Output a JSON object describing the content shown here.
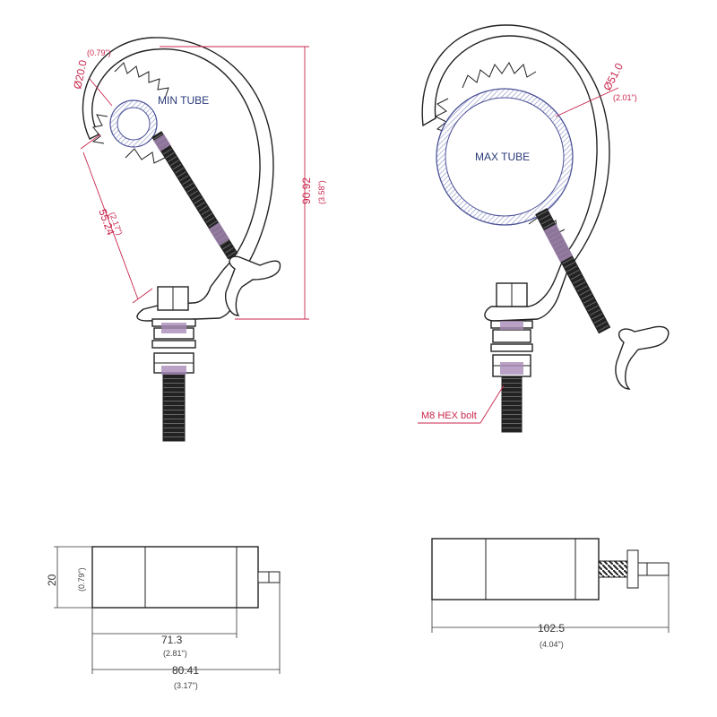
{
  "drawing": {
    "min_tube_view": {
      "diameter_label": "Ø20.0",
      "diameter_inch": "(0.79\")",
      "tube_label": "MIN TUBE",
      "slant_length": "55.24",
      "slant_length_inch": "(2.17\")",
      "height": "90.92",
      "height_inch": "(3.58\")"
    },
    "max_tube_view": {
      "diameter_label": "Ø51.0",
      "diameter_inch": "(2.01\")",
      "tube_label": "MAX TUBE",
      "bolt_callout": "M8 HEX bolt"
    },
    "side_view_min": {
      "width_dim": "20",
      "width_dim_inch": "(0.79\")",
      "length_inner": "71.3",
      "length_inner_inch": "(2.81\")",
      "length_total": "80.41",
      "length_total_inch": "(3.17\")"
    },
    "side_view_max": {
      "length_total": "102.5",
      "length_total_inch": "(4.04\")"
    },
    "colors": {
      "dimension": "#c8264b",
      "tube_hatch": "#8a8fc6",
      "bolt_highlight": "#a98bb8",
      "outline": "#222222"
    }
  }
}
